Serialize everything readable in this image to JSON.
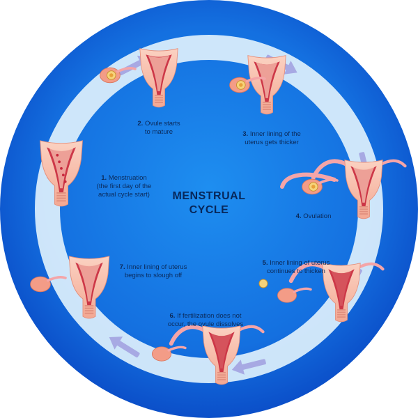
{
  "title": {
    "line1": "MENSTRUAL",
    "line2": "CYCLE"
  },
  "stages": [
    {
      "num": "1.",
      "text": "Menstruation\n(the first day of the\nactual cycle start)"
    },
    {
      "num": "2.",
      "text": "Ovule starts\nto mature"
    },
    {
      "num": "3.",
      "text": "Inner lining of the\nuterus gets thicker"
    },
    {
      "num": "4.",
      "text": "Ovulation"
    },
    {
      "num": "5.",
      "text": "Inner lining of uterus\ncontinues to thicken"
    },
    {
      "num": "6.",
      "text": "If fertilization does not\noccur, the ovule dissolves"
    },
    {
      "num": "7.",
      "text": "Inner lining of uterus\nbegins to slough off"
    }
  ],
  "colors": {
    "background_outer": "#0b4fc9",
    "background_inner": "#1e8ef0",
    "ring": "#d8ecfb",
    "arrow": "#a7a9e3",
    "uterus": "#f7b9a4",
    "lining": "#c8283c",
    "ovary": "#f39c87"
  },
  "icons": {
    "uterus": "uterus-icon",
    "ovary": "ovary-icon",
    "arrow": "cycle-arrow-icon"
  }
}
